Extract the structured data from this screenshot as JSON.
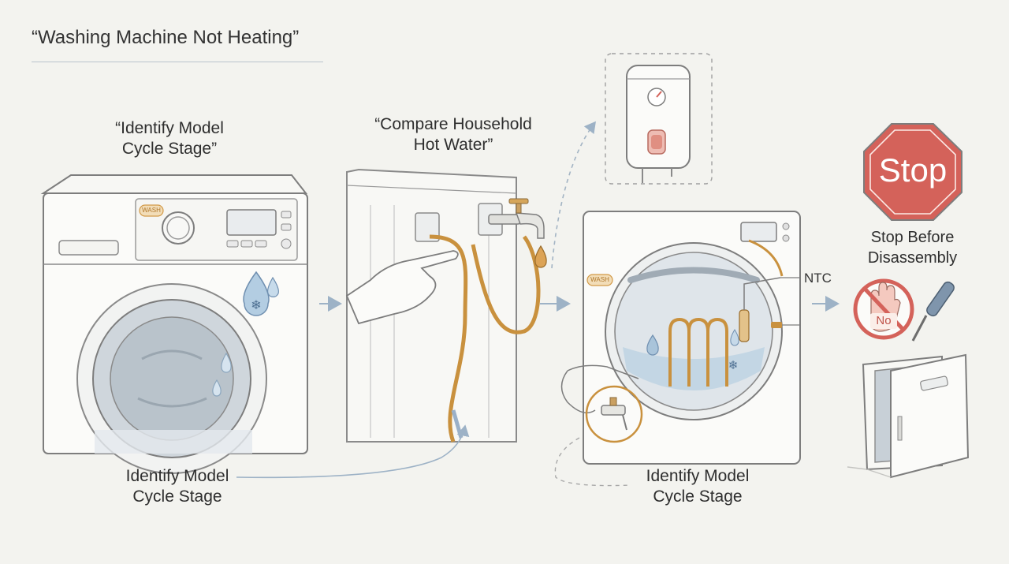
{
  "title": "“Washing Machine Not Heating”",
  "step1": {
    "heading_line1": "“Identify Model",
    "heading_line2": "Cycle Stage”",
    "panel_badge": "WASH"
  },
  "step2": {
    "heading_line1": "“Compare Household",
    "heading_line2": "Hot Water”"
  },
  "step3": {
    "panel_badge": "WASH",
    "sensor_label": "NTC"
  },
  "step4": {
    "sign_text": "Stop",
    "caption_line1": "Stop Before",
    "caption_line2": "Disassembly",
    "no_badge": "No"
  },
  "bottom_left_caption": {
    "line1": "Identify Model",
    "line2": "Cycle Stage"
  },
  "bottom_center_caption": {
    "line1": "Identify Model",
    "line2": "Cycle Stage"
  },
  "colors": {
    "background": "#f3f3ef",
    "outline": "#7d7d7d",
    "accent_hose": "#c9913e",
    "stop_red": "#d4625a",
    "water_blue": "#8fb3d1",
    "arrow": "#9db2c6"
  }
}
